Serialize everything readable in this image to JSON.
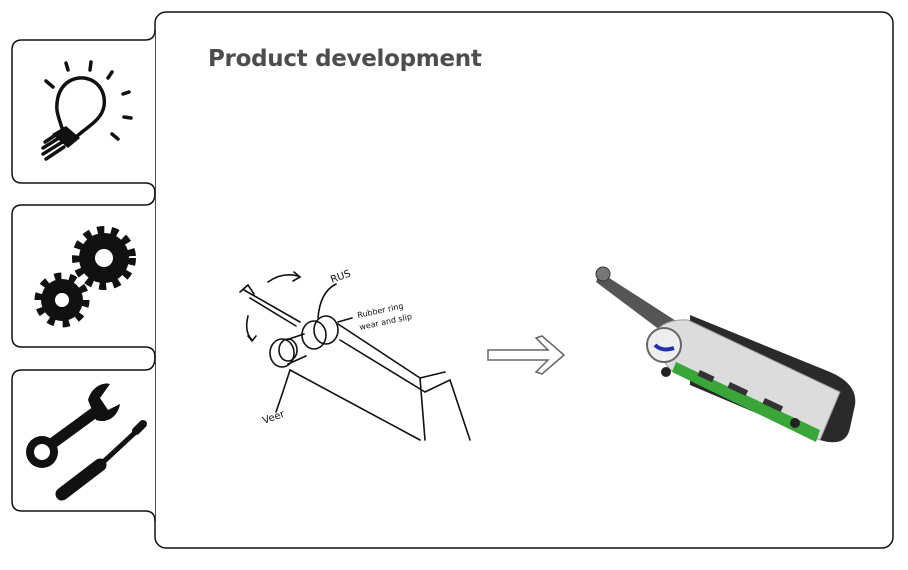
{
  "header": {
    "title": "Product development"
  },
  "sidebar": {
    "tabs": [
      {
        "name": "idea",
        "icon": "lightbulb-icon"
      },
      {
        "name": "process",
        "icon": "gears-icon"
      },
      {
        "name": "tools",
        "icon": "wrench-screwdriver-icon"
      }
    ]
  },
  "sketch": {
    "labels": {
      "top": "RUS",
      "right_line1": "Rubber ring",
      "right_line2": "wear and slip",
      "bottom": "Veer"
    }
  },
  "colors": {
    "border": "#111111",
    "title": "#4d4d4d",
    "pcb": "#3aa63a",
    "housing": "#2a2a2a",
    "accent": "#2233aa"
  }
}
